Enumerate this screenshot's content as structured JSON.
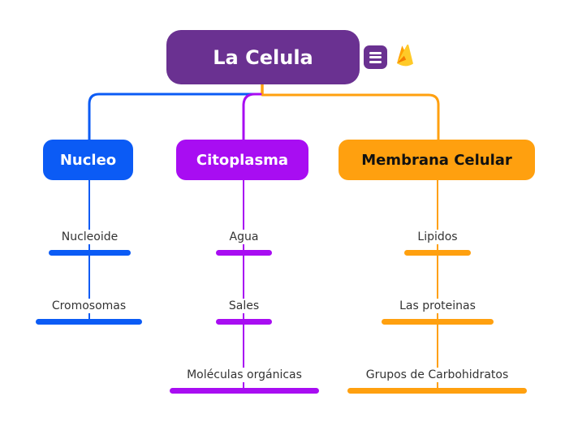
{
  "root": {
    "label": "La Celula"
  },
  "toolbar": {
    "menu_button_icon": "hamburger-menu-icon",
    "logo_icon": "firebase-flame-icon"
  },
  "branches": [
    {
      "label": "Nucleo",
      "color": "#0b5bf5",
      "children": [
        {
          "label": "Nucleoide"
        },
        {
          "label": "Cromosomas"
        }
      ]
    },
    {
      "label": "Citoplasma",
      "color": "#a80df2",
      "children": [
        {
          "label": "Agua"
        },
        {
          "label": "Sales"
        },
        {
          "label": "Moléculas orgánicas"
        }
      ]
    },
    {
      "label": "Membrana Celular",
      "color": "#ffa00f",
      "children": [
        {
          "label": "Lipidos"
        },
        {
          "label": "Las proteinas"
        },
        {
          "label": "Grupos de Carbohidratos"
        }
      ]
    }
  ],
  "colors": {
    "background": "#ffffff",
    "root_fill": "#6a3191",
    "root_text": "#ffffff",
    "branch_nucleo_fill": "#0b5bf5",
    "branch_citoplasma_fill": "#a80df2",
    "branch_membrana_fill": "#ffa00f",
    "subtopic_text": "#333333"
  }
}
